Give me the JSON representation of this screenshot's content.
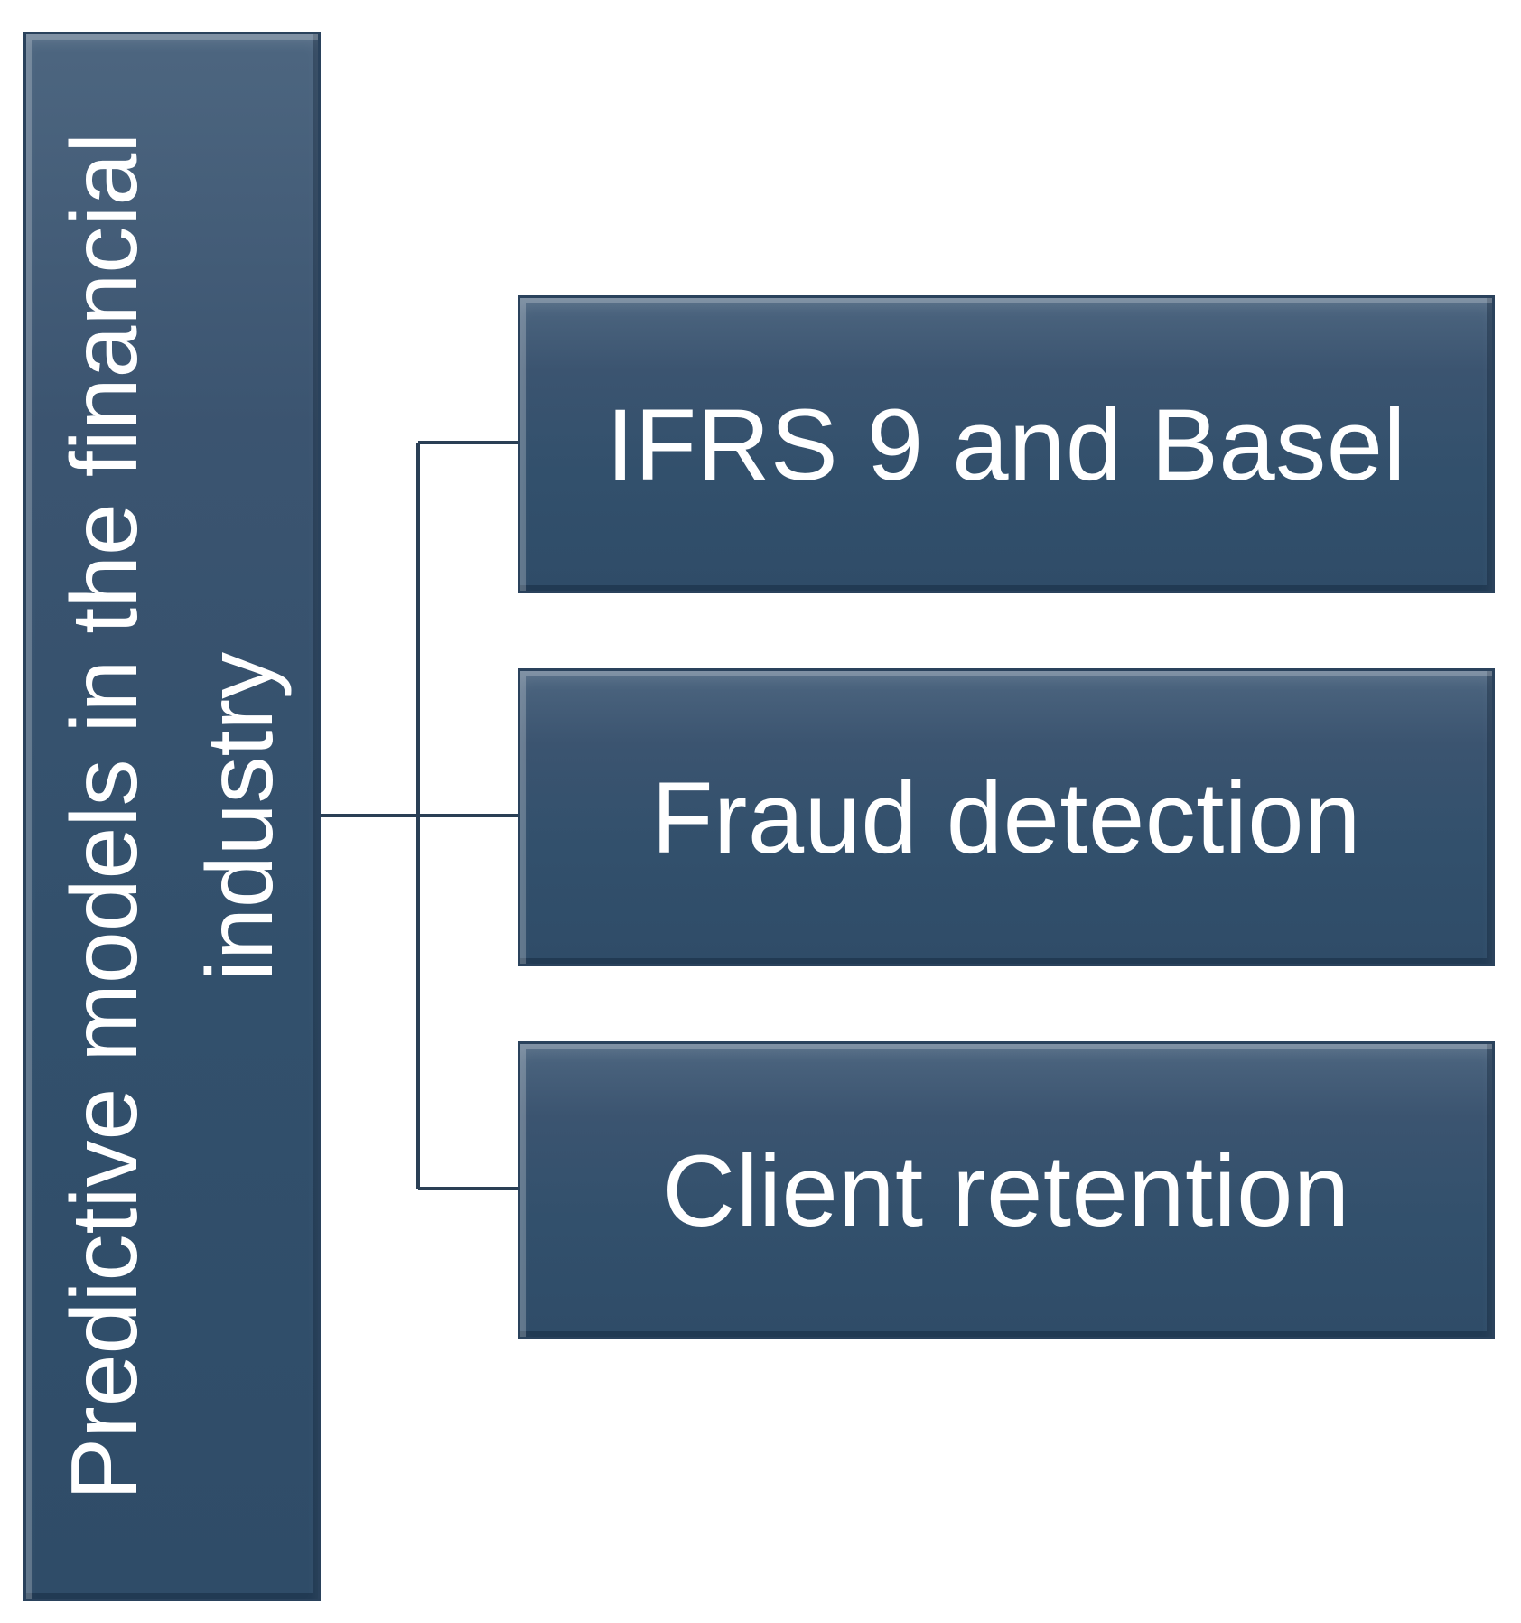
{
  "diagram": {
    "root": {
      "label": "Predictive models in the financial industry"
    },
    "children": [
      {
        "label": "IFRS 9 and Basel"
      },
      {
        "label": "Fraud detection"
      },
      {
        "label": "Client retention"
      }
    ]
  },
  "colors": {
    "box_fill": "#32506c",
    "box_border": "#2a425c",
    "text": "#ffffff",
    "connector": "#2a3f55",
    "background": "#ffffff"
  }
}
